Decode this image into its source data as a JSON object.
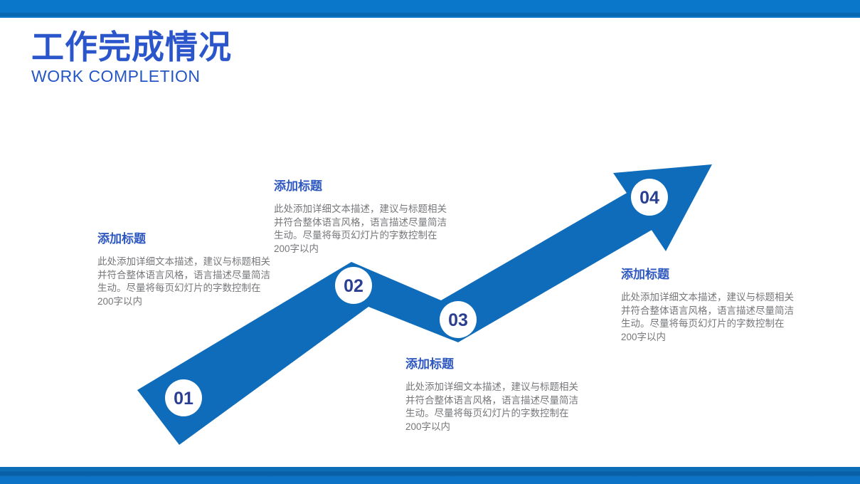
{
  "header": {
    "title": "工作完成情况",
    "subtitle": "WORK COMPLETION"
  },
  "steps": [
    {
      "number": "01",
      "title": "添加标题",
      "description": "此处添加详细文本描述，建议与标题相关并符合整体语言风格，语言描述尽量简洁生动。尽量将每页幻灯片的字数控制在200字以内"
    },
    {
      "number": "02",
      "title": "添加标题",
      "description": "此处添加详细文本描述，建议与标题相关并符合整体语言风格，语言描述尽量简洁生动。尽量将每页幻灯片的字数控制在200字以内"
    },
    {
      "number": "03",
      "title": "添加标题",
      "description": "此处添加详细文本描述，建议与标题相关并符合整体语言风格，语言描述尽量简洁生动。尽量将每页幻灯片的字数控制在200字以内"
    },
    {
      "number": "04",
      "title": "添加标题",
      "description": "此处添加详细文本描述，建议与标题相关并符合整体语言风格，语言描述尽量简洁生动。尽量将每页幻灯片的字数控制在200字以内"
    }
  ],
  "colors": {
    "accent_bar_blue": "#0b74c7",
    "arrow_blue": "#0e6cba",
    "heading_blue": "#2b55cb",
    "block_title_blue": "#2e58c0",
    "step_number_navy": "#2a3f92",
    "body_gray": "#76777a"
  }
}
